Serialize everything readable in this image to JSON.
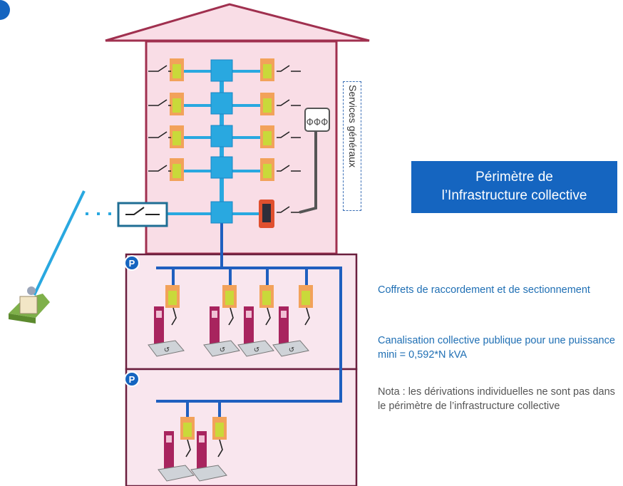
{
  "header": {
    "icon": "circle-badge-icon",
    "accent": "#1565c0"
  },
  "building": {
    "roof_color": "#f9dde6",
    "outline_color": "#a0304f",
    "services_label": "Services généraux"
  },
  "parking": {
    "badge": "P",
    "badge_color": "#1565c0",
    "levels": 2
  },
  "legend": {
    "perimeter_title_line1": "Périmètre de",
    "perimeter_title_line2": "l’Infrastructure collective",
    "item1": "Coffrets de raccordement et de sectionnement",
    "item2": "Canalisation collective publique pour une puissance mini = 0,592*N kVA",
    "note": "Nota : les dérivations individuelles ne sont pas dans le périmètre de l’infrastructure collective"
  },
  "colors": {
    "cable_light": "#29a8e0",
    "cable_dark": "#1f5fbf",
    "meter_orange": "#f2a25a",
    "meter_green": "#c9d93a",
    "charger": "#a8245e"
  },
  "icons": [
    "switch-icon",
    "meter-icon",
    "junction-box-icon",
    "ev-charger-icon",
    "transformer-substation-icon",
    "distribution-panel-icon"
  ]
}
